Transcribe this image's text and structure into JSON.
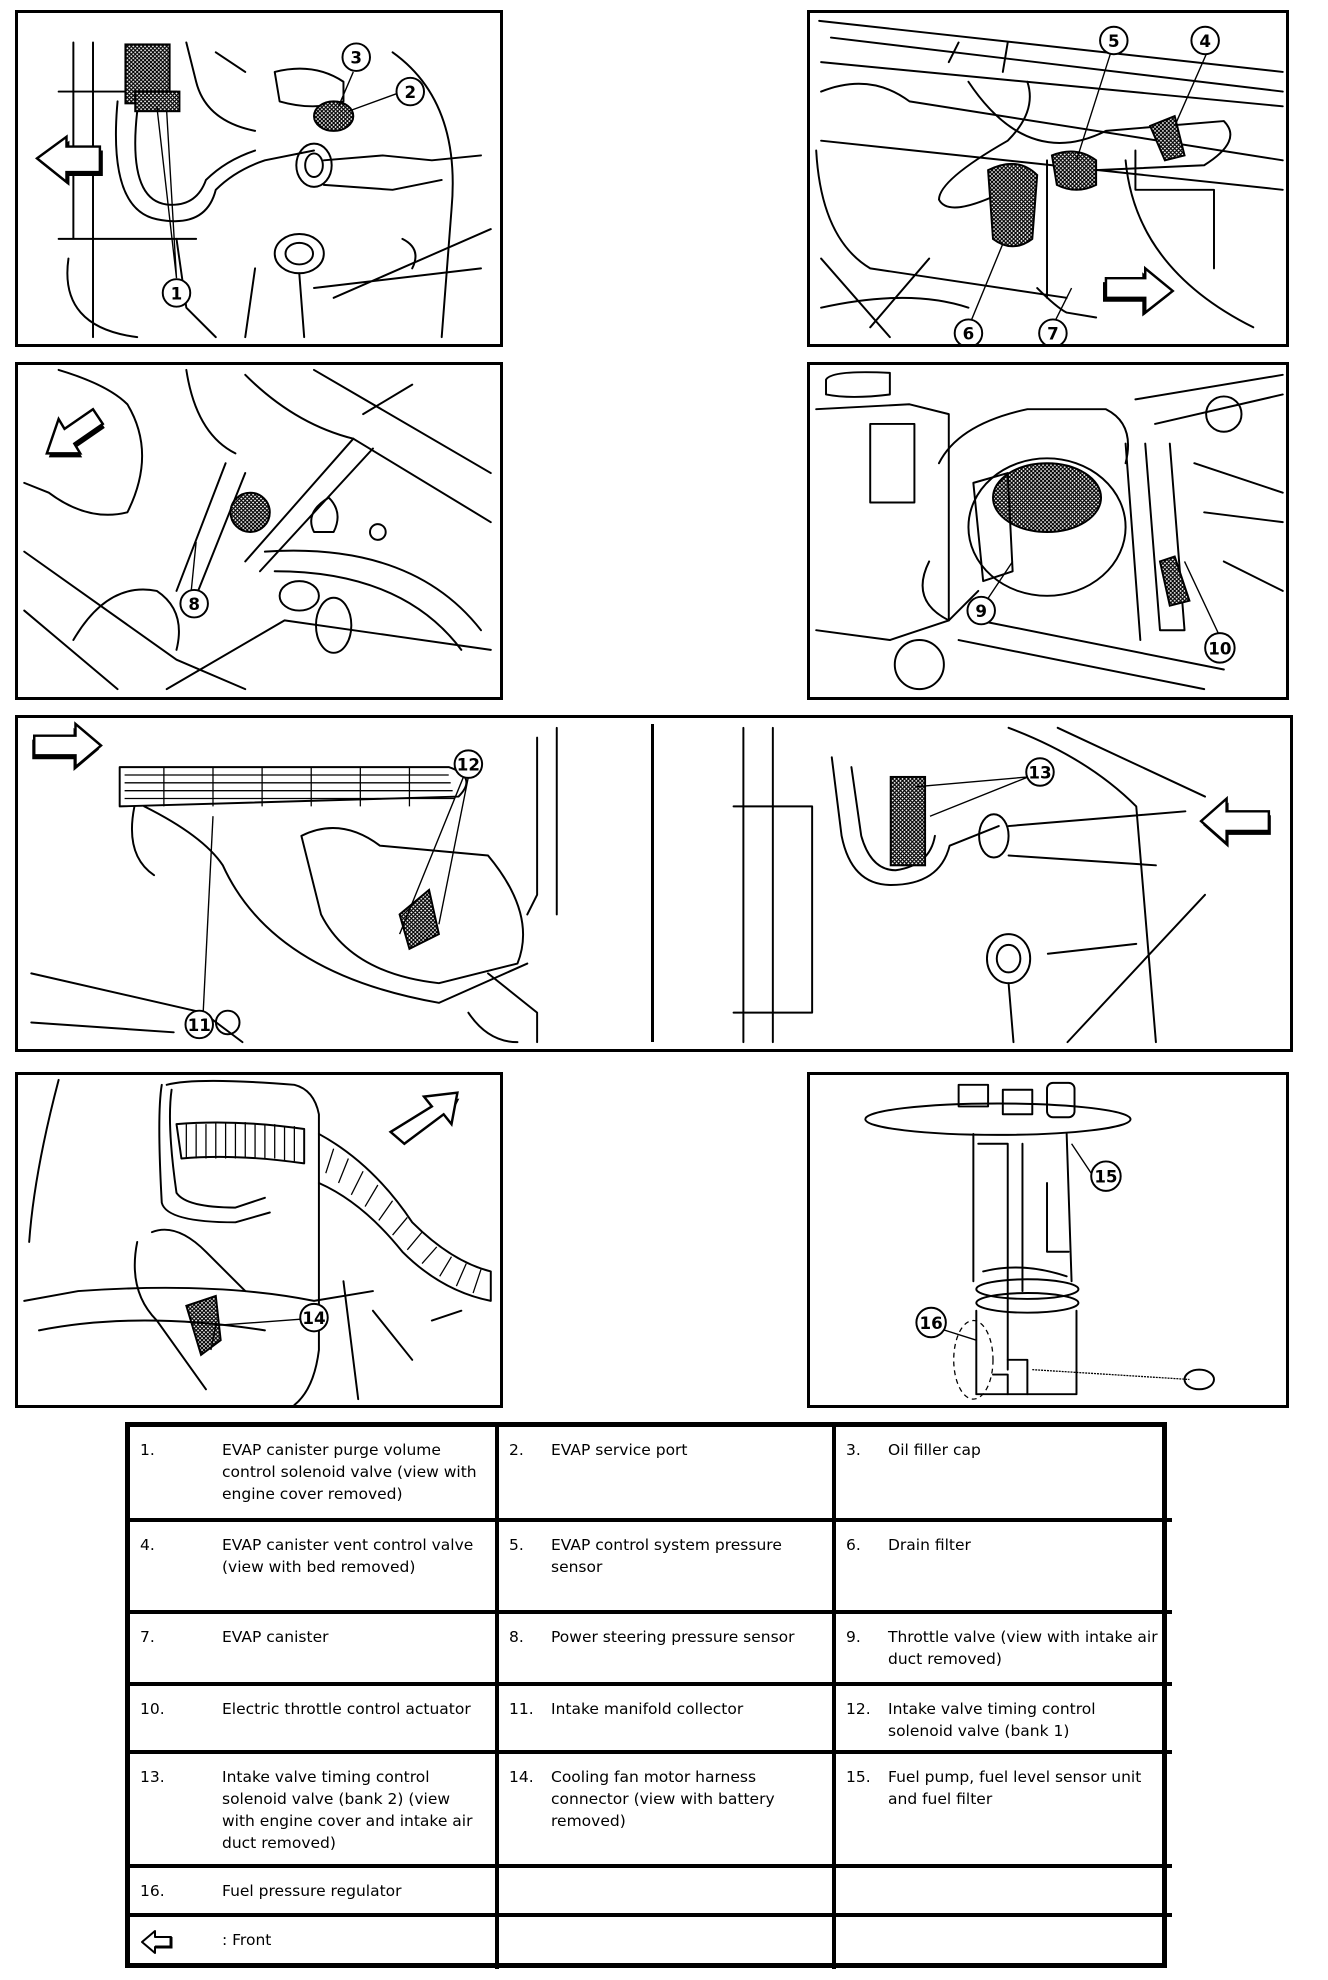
{
  "document": {
    "type": "component location diagram"
  },
  "panels": [
    {
      "id": "panel-1",
      "callouts": [
        "1",
        "2",
        "3"
      ],
      "front_arrow": "left"
    },
    {
      "id": "panel-2",
      "callouts": [
        "4",
        "5",
        "6",
        "7"
      ],
      "front_arrow": "right"
    },
    {
      "id": "panel-3",
      "callouts": [
        "8"
      ],
      "front_arrow": "down-left"
    },
    {
      "id": "panel-4",
      "callouts": [
        "9",
        "10"
      ],
      "front_arrow": null
    },
    {
      "id": "panel-5a",
      "callouts": [
        "11",
        "12"
      ],
      "front_arrow": "right"
    },
    {
      "id": "panel-5b",
      "callouts": [
        "13"
      ],
      "front_arrow": "left"
    },
    {
      "id": "panel-6",
      "callouts": [
        "14"
      ],
      "front_arrow": "up-right"
    },
    {
      "id": "panel-7",
      "callouts": [
        "15",
        "16"
      ],
      "front_arrow": null
    }
  ],
  "callout_labels": {
    "c1": "1",
    "c2": "2",
    "c3": "3",
    "c4": "4",
    "c5": "5",
    "c6": "6",
    "c7": "7",
    "c8": "8",
    "c9": "9",
    "c10": "10",
    "c11": "11",
    "c12": "12",
    "c13": "13",
    "c14": "14",
    "c15": "15",
    "c16": "16"
  },
  "legend": {
    "rows": [
      [
        {
          "num": "1.",
          "text": "EVAP canister purge volume control solenoid valve (view with engine cover removed)"
        },
        {
          "num": "2.",
          "text": "EVAP service port"
        },
        {
          "num": "3.",
          "text": "Oil filler cap"
        }
      ],
      [
        {
          "num": "4.",
          "text": "EVAP canister vent control valve (view with bed removed)"
        },
        {
          "num": "5.",
          "text": "EVAP control system pressure sensor"
        },
        {
          "num": "6.",
          "text": "Drain filter"
        }
      ],
      [
        {
          "num": "7.",
          "text": "EVAP canister"
        },
        {
          "num": "8.",
          "text": "Power steering pressure sensor"
        },
        {
          "num": "9.",
          "text": "Throttle valve (view with intake air duct removed)"
        }
      ],
      [
        {
          "num": "10.",
          "text": "Electric throttle control actuator"
        },
        {
          "num": "11.",
          "text": "Intake manifold collector"
        },
        {
          "num": "12.",
          "text": "Intake valve timing control solenoid valve (bank 1)"
        }
      ],
      [
        {
          "num": "13.",
          "text": "Intake valve timing control solenoid valve (bank 2) (view with engine cover and intake air duct removed)"
        },
        {
          "num": "14.",
          "text": "Cooling fan motor harness connector (view with battery removed)"
        },
        {
          "num": "15.",
          "text": "Fuel pump, fuel level sensor unit and fuel filter"
        }
      ],
      [
        {
          "num": "16.",
          "text": "Fuel pressure regulator"
        },
        {
          "num": "",
          "text": ""
        },
        {
          "num": "",
          "text": ""
        }
      ]
    ],
    "front_row": {
      "icon": "front-arrow-icon",
      "text": ": Front"
    }
  }
}
